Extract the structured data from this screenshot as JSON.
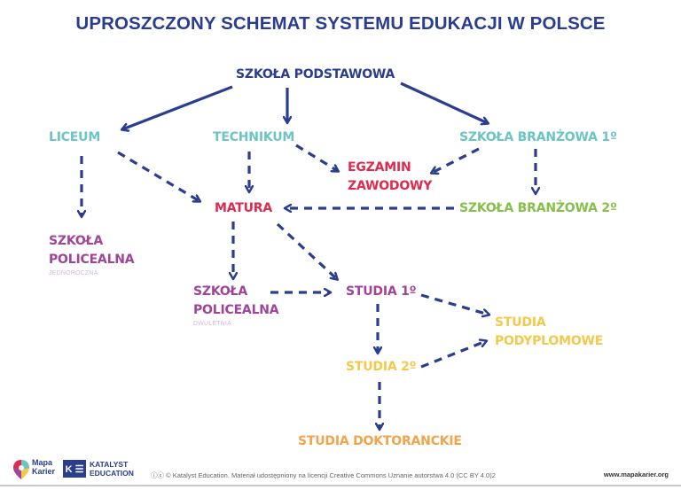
{
  "title": "UPROSZCZONY SCHEMAT SYSTEMU EDUKACJI W POLSCE",
  "colors": {
    "navy": "#2a3d8f",
    "teal": "#6cc5c4",
    "red": "#e0294f",
    "green": "#86bf4a",
    "purple": "#a0449a",
    "purple_light": "#c79bd0",
    "yellow": "#f2c94c",
    "orange": "#f2a44b"
  },
  "nodes": {
    "szkola_podstawowa": {
      "label": "SZKOŁA PODSTAWOWA"
    },
    "liceum": {
      "label": "LICEUM"
    },
    "technikum": {
      "label": "TECHNIKUM"
    },
    "branzowa1": {
      "label": "SZKOŁA BRANŻOWA 1º"
    },
    "egzamin_line1": {
      "label": "EGZAMIN"
    },
    "egzamin_line2": {
      "label": "ZAWODOWY"
    },
    "matura": {
      "label": "MATURA"
    },
    "branzowa2": {
      "label": "SZKOŁA BRANŻOWA 2º"
    },
    "policealna1_line1": {
      "label": "SZKOŁA"
    },
    "policealna1_line2": {
      "label": "POLICEALNA"
    },
    "policealna1_sub": {
      "label": "JEDNOROCZNA"
    },
    "policealna2_line1": {
      "label": "SZKOŁA"
    },
    "policealna2_line2": {
      "label": "POLICEALNA"
    },
    "policealna2_sub": {
      "label": "DWULETNIA"
    },
    "studia1": {
      "label": "STUDIA 1º"
    },
    "podyplomowe_line1": {
      "label": "STUDIA"
    },
    "podyplomowe_line2": {
      "label": "PODYPLOMOWE"
    },
    "studia2": {
      "label": "STUDIA 2º"
    },
    "doktoranckie": {
      "label": "STUDIA DOKTORANCKIE"
    }
  },
  "edges": [
    {
      "from": "SZKOŁA PODSTAWOWA",
      "to": "LICEUM",
      "style": "solid"
    },
    {
      "from": "SZKOŁA PODSTAWOWA",
      "to": "TECHNIKUM",
      "style": "solid"
    },
    {
      "from": "SZKOŁA PODSTAWOWA",
      "to": "SZKOŁA BRANŻOWA 1º",
      "style": "solid"
    },
    {
      "from": "LICEUM",
      "to": "SZKOŁA POLICEALNA JEDNOROCZNA",
      "style": "dashed"
    },
    {
      "from": "LICEUM",
      "to": "MATURA",
      "style": "dashed"
    },
    {
      "from": "TECHNIKUM",
      "to": "MATURA",
      "style": "dashed"
    },
    {
      "from": "TECHNIKUM",
      "to": "EGZAMIN ZAWODOWY",
      "style": "dashed"
    },
    {
      "from": "SZKOŁA BRANŻOWA 1º",
      "to": "EGZAMIN ZAWODOWY",
      "style": "dashed"
    },
    {
      "from": "SZKOŁA BRANŻOWA 1º",
      "to": "SZKOŁA BRANŻOWA 2º",
      "style": "dashed"
    },
    {
      "from": "SZKOŁA BRANŻOWA 2º",
      "to": "MATURA",
      "style": "dashed"
    },
    {
      "from": "MATURA",
      "to": "SZKOŁA POLICEALNA DWULETNIA",
      "style": "dashed"
    },
    {
      "from": "MATURA",
      "to": "STUDIA 1º",
      "style": "dashed"
    },
    {
      "from": "SZKOŁA POLICEALNA DWULETNIA",
      "to": "STUDIA 1º",
      "style": "dashed"
    },
    {
      "from": "STUDIA 1º",
      "to": "STUDIA PODYPLOMOWE",
      "style": "dashed"
    },
    {
      "from": "STUDIA 1º",
      "to": "STUDIA 2º",
      "style": "dashed"
    },
    {
      "from": "STUDIA 2º",
      "to": "STUDIA PODYPLOMOWE",
      "style": "dashed"
    },
    {
      "from": "STUDIA 2º",
      "to": "STUDIA DOKTORANCKIE",
      "style": "dashed"
    }
  ],
  "footer": {
    "mapa_line1": "Mapa",
    "mapa_line2": "Karier",
    "ke_mark": "K ☰",
    "katalyst_line1": "KATALYST",
    "katalyst_line2": "EDUCATION",
    "license": "ⓘⓒ © Katalyst Education. Materiał udostępniony na licencji Creative Commons Uznanie autorstwa 4.0 (CC BY 4.0)2",
    "website": "www.mapakarier.org"
  }
}
